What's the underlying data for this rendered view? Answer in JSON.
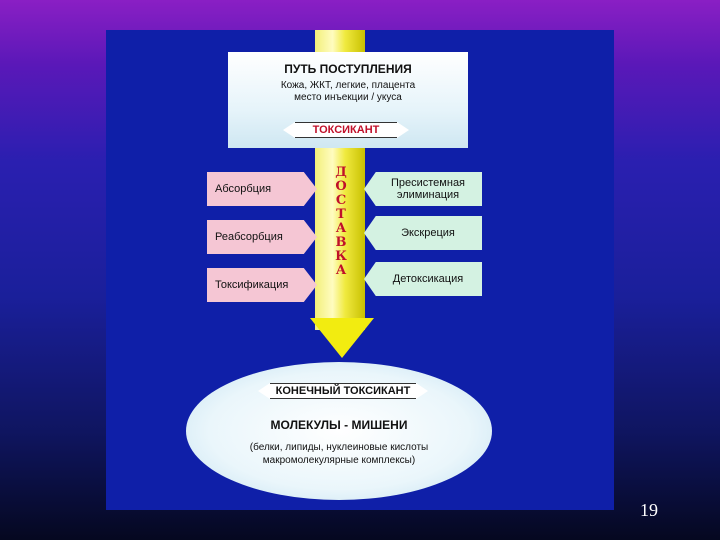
{
  "top": {
    "title": "ПУТЬ ПОСТУПЛЕНИЯ",
    "line1": "Кожа, ЖКТ, легкие, плацента",
    "line2": "место инъекции / укуса",
    "tag": "ТОКСИКАНТ"
  },
  "left_boxes": [
    "Абсорбция",
    "Реабсорбция",
    "Токсификация"
  ],
  "right_boxes": [
    "Пресистемная элиминация",
    "Экскреция",
    "Детоксикация"
  ],
  "vertical_letters": [
    "Д",
    "О",
    "С",
    "Т",
    "А",
    "В",
    "К",
    "А"
  ],
  "bottom": {
    "tag": "КОНЕЧНЫЙ ТОКСИКАНТ",
    "title": "МОЛЕКУЛЫ - МИШЕНИ",
    "sub1": "(белки, липиды, нуклеиновые кислоты",
    "sub2": "макромолекулярные комплексы)"
  },
  "page_number": "19"
}
